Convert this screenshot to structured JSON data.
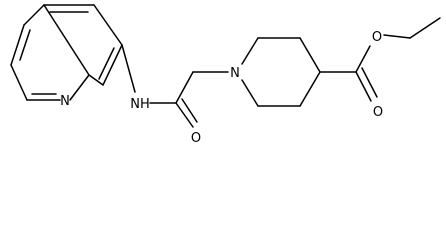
{
  "molecule": {
    "atom_labels": {
      "quinoline_nitrogen": "N",
      "amide_nh": "NH",
      "amide_oxygen": "O",
      "piperidine_nitrogen": "N",
      "carbonyl_oxygen": "O",
      "ester_oxygen": "O"
    }
  },
  "colors": {
    "bond": "#000000",
    "label": "#000000",
    "background": "#ffffff"
  }
}
